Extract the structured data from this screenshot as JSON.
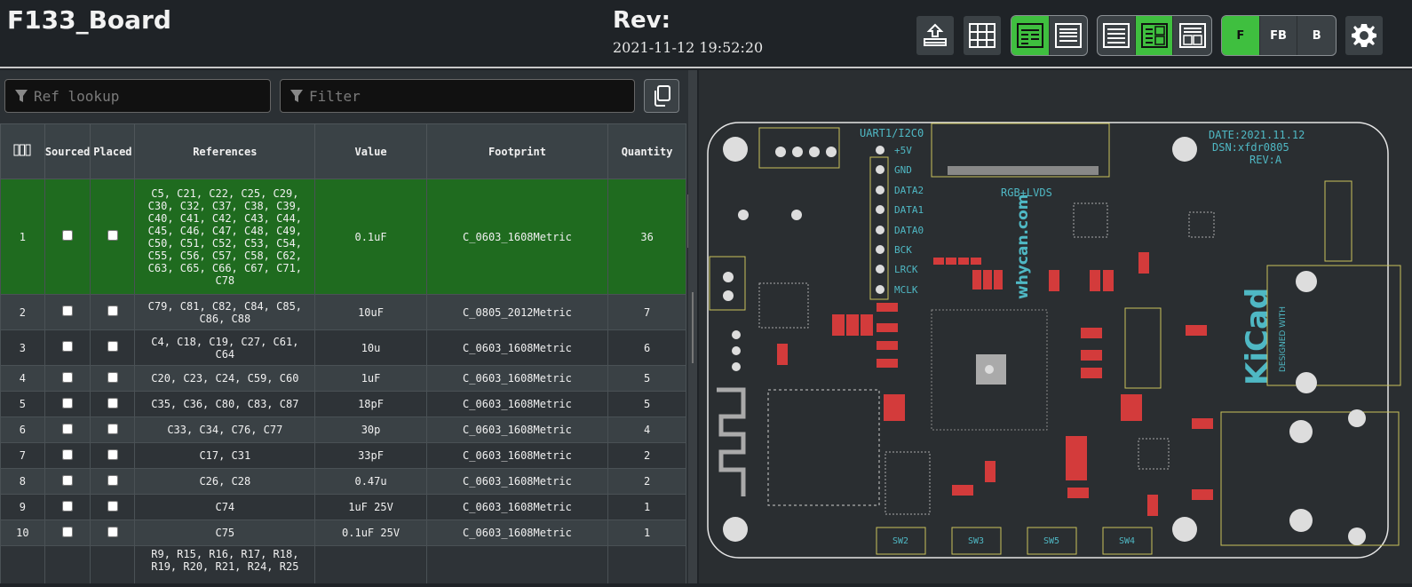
{
  "header": {
    "title": "F133_Board",
    "rev_label": "Rev:",
    "rev_date": "2021-11-12 19:52:20"
  },
  "toolbar": {
    "layer_buttons": {
      "front": "F",
      "front_back": "FB",
      "back": "B"
    },
    "icons": [
      "upload-icon",
      "grid-icon",
      "bom-left-right-icon",
      "bom-top-bottom-icon",
      "bom-only-icon",
      "bom-left-fb-icon",
      "bom-top-fb-icon",
      "gear-icon"
    ],
    "active_layer": "F",
    "accent_color": "#3fbf3f"
  },
  "search": {
    "ref_placeholder": "Ref lookup",
    "filter_placeholder": "Filter"
  },
  "bom": {
    "columns": [
      "Sourced",
      "Placed",
      "References",
      "Value",
      "Footprint",
      "Quantity"
    ],
    "rows": [
      {
        "num": "1",
        "refs": "C5, C21, C22, C25, C29, C30, C32, C37, C38, C39, C40, C41, C42, C43, C44, C45, C46, C47, C48, C49, C50, C51, C52, C53, C54, C55, C56, C57, C58, C62, C63, C65, C66, C67, C71, C78",
        "value": "0.1uF",
        "footprint": "C_0603_1608Metric",
        "qty": "36"
      },
      {
        "num": "2",
        "refs": "C79, C81, C82, C84, C85, C86, C88",
        "value": "10uF",
        "footprint": "C_0805_2012Metric",
        "qty": "7"
      },
      {
        "num": "3",
        "refs": "C4, C18, C19, C27, C61, C64",
        "value": "10u",
        "footprint": "C_0603_1608Metric",
        "qty": "6"
      },
      {
        "num": "4",
        "refs": "C20, C23, C24, C59, C60",
        "value": "1uF",
        "footprint": "C_0603_1608Metric",
        "qty": "5"
      },
      {
        "num": "5",
        "refs": "C35, C36, C80, C83, C87",
        "value": "18pF",
        "footprint": "C_0603_1608Metric",
        "qty": "5"
      },
      {
        "num": "6",
        "refs": "C33, C34, C76, C77",
        "value": "30p",
        "footprint": "C_0603_1608Metric",
        "qty": "4"
      },
      {
        "num": "7",
        "refs": "C17, C31",
        "value": "33pF",
        "footprint": "C_0603_1608Metric",
        "qty": "2"
      },
      {
        "num": "8",
        "refs": "C26, C28",
        "value": "0.47u",
        "footprint": "C_0603_1608Metric",
        "qty": "2"
      },
      {
        "num": "9",
        "refs": "C74",
        "value": "1uF 25V",
        "footprint": "C_0603_1608Metric",
        "qty": "1"
      },
      {
        "num": "10",
        "refs": "C75",
        "value": "0.1uF 25V",
        "footprint": "C_0603_1608Metric",
        "qty": "1"
      },
      {
        "num": "",
        "refs": "R9, R15, R16, R17, R18, R19, R20, R21, R24, R25",
        "value": "",
        "footprint": "",
        "qty": ""
      }
    ]
  },
  "pcb": {
    "header_labels": [
      "UART1/I2C0",
      "+5V",
      "GND",
      "DATA2",
      "DATA1",
      "DATA0",
      "BCK",
      "LRCK",
      "MCLK"
    ],
    "date_text": "DATE:2021.11.12",
    "dsn_text": "DSN:xfdr0805",
    "rev_text": "REV:A",
    "rgb_text": "RGB+LVDS",
    "url_text": "whycan.com",
    "kicad_text": "KiCad",
    "designed_text": "DESIGNED WITH",
    "switches": [
      "SW2",
      "SW3",
      "SW5",
      "SW4"
    ],
    "silk_color": "#c9c25a",
    "board_edge_color": "#e6e6e6",
    "pad_color": "#d33b3b",
    "text_color": "#4fb8c4"
  }
}
